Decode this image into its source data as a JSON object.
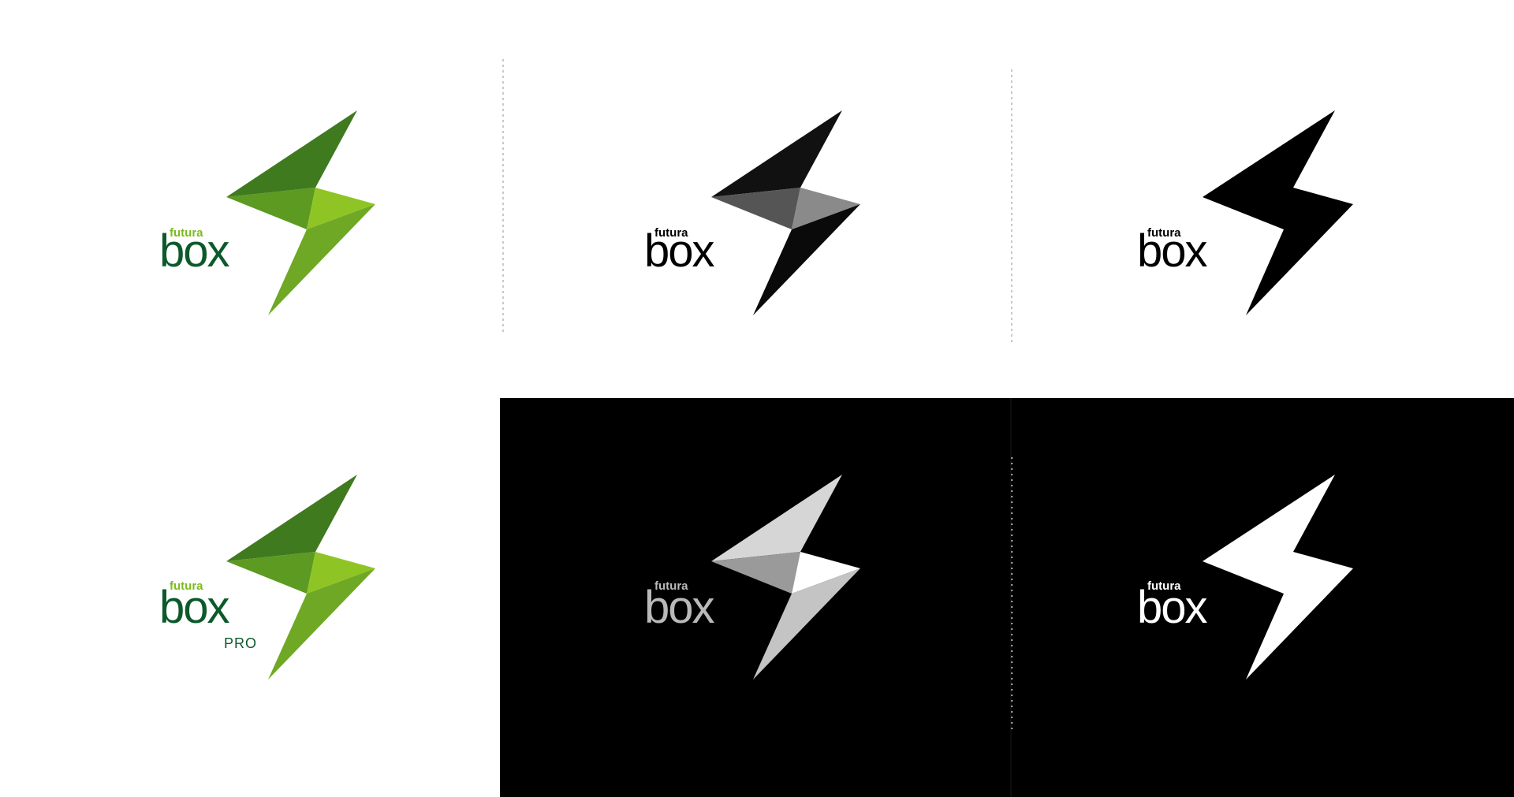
{
  "brand": {
    "sub_word": "futura",
    "main_word": "box",
    "variant_label": "PRO"
  },
  "logo_variants": [
    {
      "name": "green-gradient",
      "background": "white"
    },
    {
      "name": "black-gradient",
      "background": "white"
    },
    {
      "name": "black-flat",
      "background": "white"
    },
    {
      "name": "green-gradient-pro",
      "background": "white"
    },
    {
      "name": "silver-gradient",
      "background": "black"
    },
    {
      "name": "white-flat",
      "background": "black"
    }
  ],
  "icons": [
    "lightning-bolt-icon"
  ],
  "colors": {
    "green_dark": "#0c5a2b",
    "green_light": "#7dbb1f",
    "bolt_green_1": "#3f7a1f",
    "bolt_green_2": "#5c9a22",
    "bolt_green_3": "#8ec524",
    "bolt_green_4": "#6fa824",
    "black": "#000000",
    "white": "#ffffff",
    "silver": "#b9b9b9",
    "divider_gray": "#c8c8c8"
  }
}
